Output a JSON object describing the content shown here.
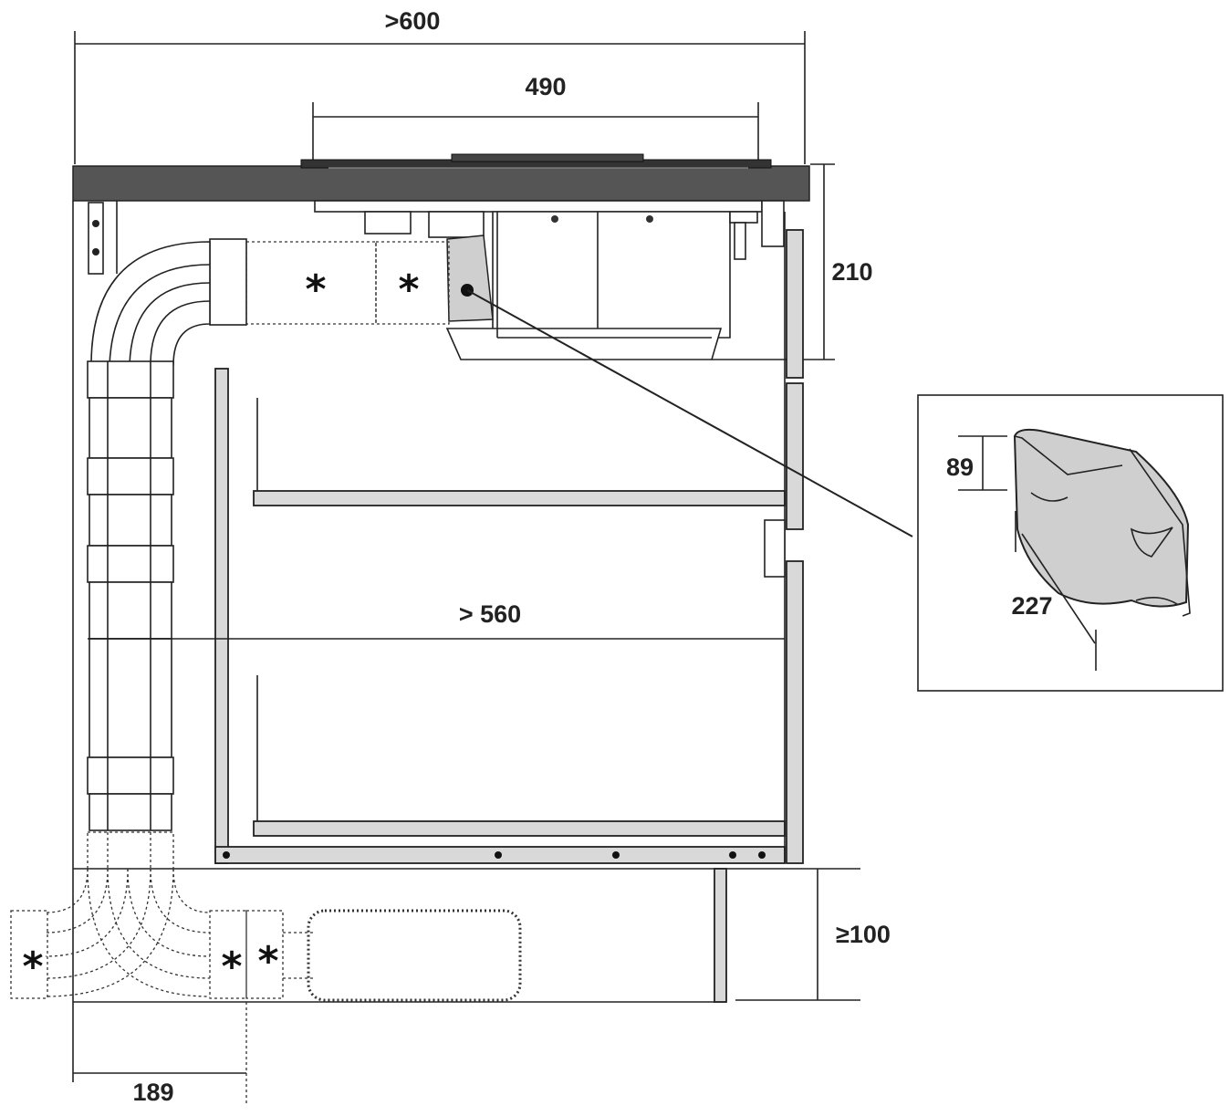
{
  "dimensions": {
    "width_total": ">600",
    "hob_width": "490",
    "hob_depth": "210",
    "inner_width": "> 560",
    "plinth_height": "≥100",
    "duct_offset": "189",
    "detail_height": "89",
    "detail_length": "227"
  },
  "markers": {
    "asterisk": "*"
  },
  "colors": {
    "worktop": "#555555",
    "panel": "#d9d9d9",
    "line": "#222222"
  }
}
